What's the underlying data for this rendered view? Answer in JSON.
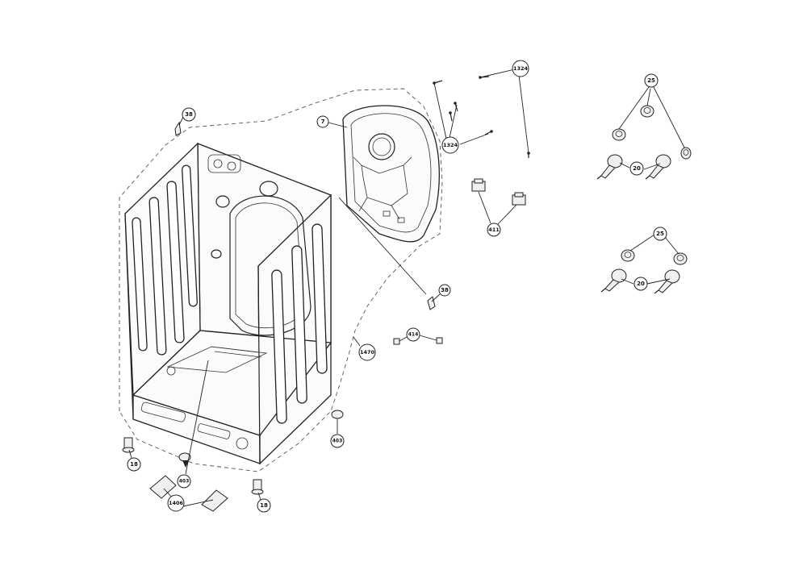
{
  "callouts": [
    {
      "id": "c38a",
      "label": "38"
    },
    {
      "id": "c7",
      "label": "7"
    },
    {
      "id": "c1324a",
      "label": "1324"
    },
    {
      "id": "c1324b",
      "label": "1324"
    },
    {
      "id": "c25a",
      "label": "25"
    },
    {
      "id": "c20a",
      "label": "20"
    },
    {
      "id": "c411",
      "label": "411"
    },
    {
      "id": "c25b",
      "label": "25"
    },
    {
      "id": "c20b",
      "label": "20"
    },
    {
      "id": "c38b",
      "label": "38"
    },
    {
      "id": "c414",
      "label": "414"
    },
    {
      "id": "c1470",
      "label": "1470"
    },
    {
      "id": "c403a",
      "label": "403"
    },
    {
      "id": "c403b",
      "label": "403"
    },
    {
      "id": "c18a",
      "label": "18"
    },
    {
      "id": "c18b",
      "label": "18"
    },
    {
      "id": "c1406",
      "label": "1406"
    }
  ]
}
